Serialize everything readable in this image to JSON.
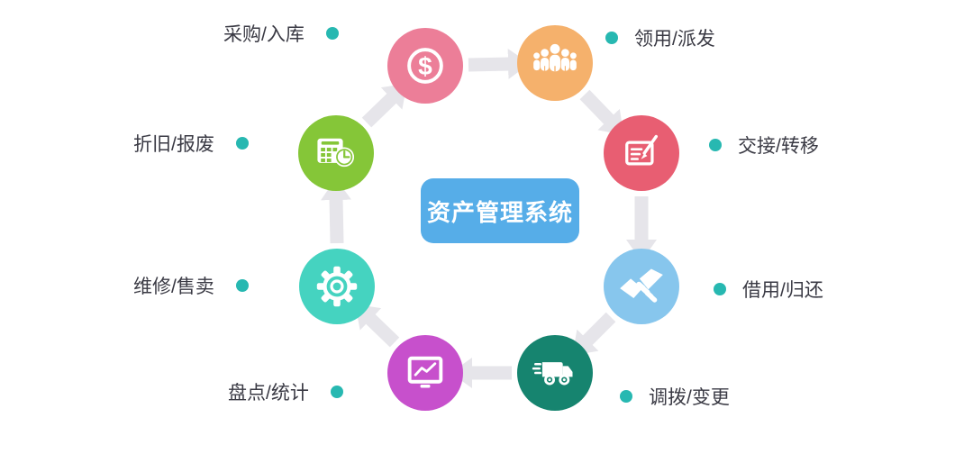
{
  "title": {
    "text": "资产管理系统"
  },
  "nodes": [
    {
      "id": "purchase-inbound",
      "label": "采购/入库",
      "icon": "dollar-icon",
      "color": "#ec7e98",
      "glyph": "$"
    },
    {
      "id": "collect-distribute",
      "label": "领用/派发",
      "icon": "people-group-icon",
      "color": "#f5b16c"
    },
    {
      "id": "handover-transfer",
      "label": "交接/转移",
      "icon": "document-pen-icon",
      "color": "#e85e72"
    },
    {
      "id": "borrow-return",
      "label": "借用/归还",
      "icon": "handshake-icon",
      "color": "#87c6ed"
    },
    {
      "id": "allocate-change",
      "label": "调拨/变更",
      "icon": "delivery-truck-icon",
      "color": "#16846f"
    },
    {
      "id": "inventory-statistics",
      "label": "盘点/统计",
      "icon": "monitor-chart-icon",
      "color": "#c750cc"
    },
    {
      "id": "repair-sell",
      "label": "维修/售卖",
      "icon": "gear-icon",
      "color": "#45d3c0"
    },
    {
      "id": "depreciation-scrap",
      "label": "折旧/报废",
      "icon": "calendar-clock-icon",
      "color": "#85c638"
    }
  ],
  "colors": {
    "center_box": "#56ade8",
    "dot": "#27b8b1",
    "arrow": "#e6e5ea",
    "label_text": "#3a3a44",
    "background": "#ffffff"
  }
}
